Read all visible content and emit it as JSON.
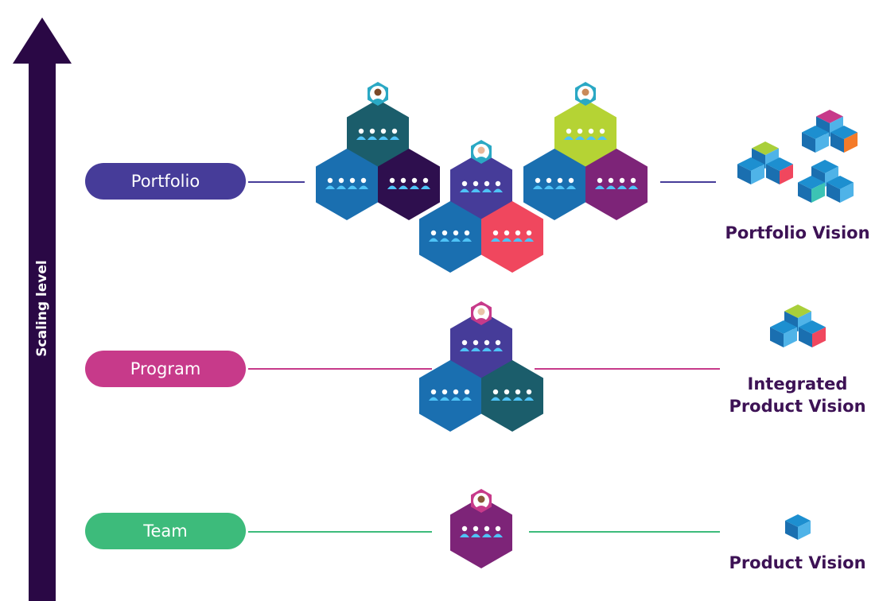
{
  "axis": {
    "label": "Scaling level",
    "color": "#2a0845"
  },
  "levels": {
    "portfolio": {
      "label": "Portfolio",
      "color": "#463c99",
      "vision": "Portfolio Vision"
    },
    "program": {
      "label": "Program",
      "color": "#c73a8a",
      "vision_line1": "Integrated",
      "vision_line2": "Product Vision"
    },
    "team": {
      "label": "Team",
      "color": "#3dbb7b",
      "vision": "Product Vision"
    }
  },
  "palette": {
    "blue": "#1a6fb0",
    "teal": "#1b5d6b",
    "dark_purple": "#2e0f4e",
    "indigo": "#463c99",
    "red": "#f0475e",
    "lime": "#b5d334",
    "magenta": "#7d2478",
    "pink": "#c73a8a",
    "green": "#3dbb7b",
    "cube_blue": "#1d8fd0",
    "vision_text": "#3d1255"
  },
  "icons": [
    "person-avatar-icon",
    "team-members-icon",
    "cube-icon"
  ]
}
